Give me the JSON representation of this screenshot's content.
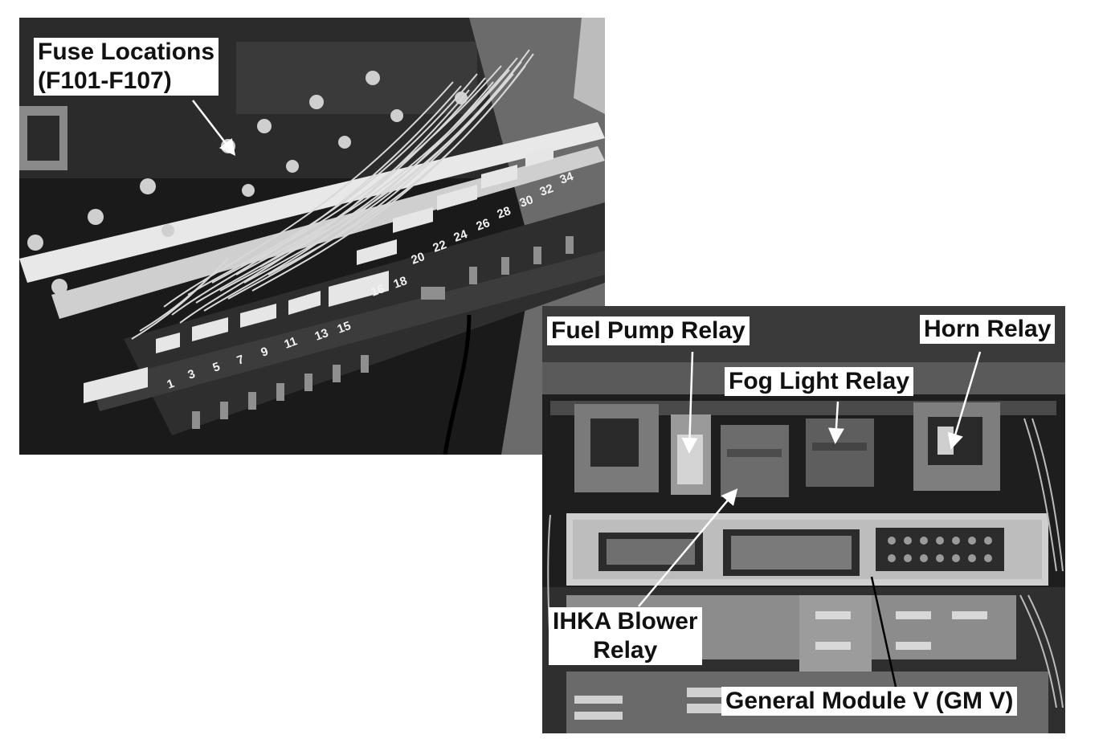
{
  "figure": {
    "photo_fuse_panel": {
      "fuse_numbers": [
        "1",
        "3",
        "5",
        "7",
        "9",
        "11",
        "13",
        "15",
        "16",
        "18",
        "20",
        "22",
        "24",
        "26",
        "28",
        "30",
        "32",
        "34"
      ],
      "callouts": {
        "fuse_locations": {
          "line1": "Fuse Locations",
          "line2": "(F101-F107)"
        }
      }
    },
    "photo_relay_panel": {
      "callouts": {
        "fuel_pump_relay": "Fuel Pump Relay",
        "horn_relay": "Horn Relay",
        "fog_light_relay": "Fog Light Relay",
        "ihka_blower_relay": {
          "line1": "IHKA Blower",
          "line2": "Relay"
        },
        "general_module": "General Module V (GM V)"
      }
    }
  }
}
